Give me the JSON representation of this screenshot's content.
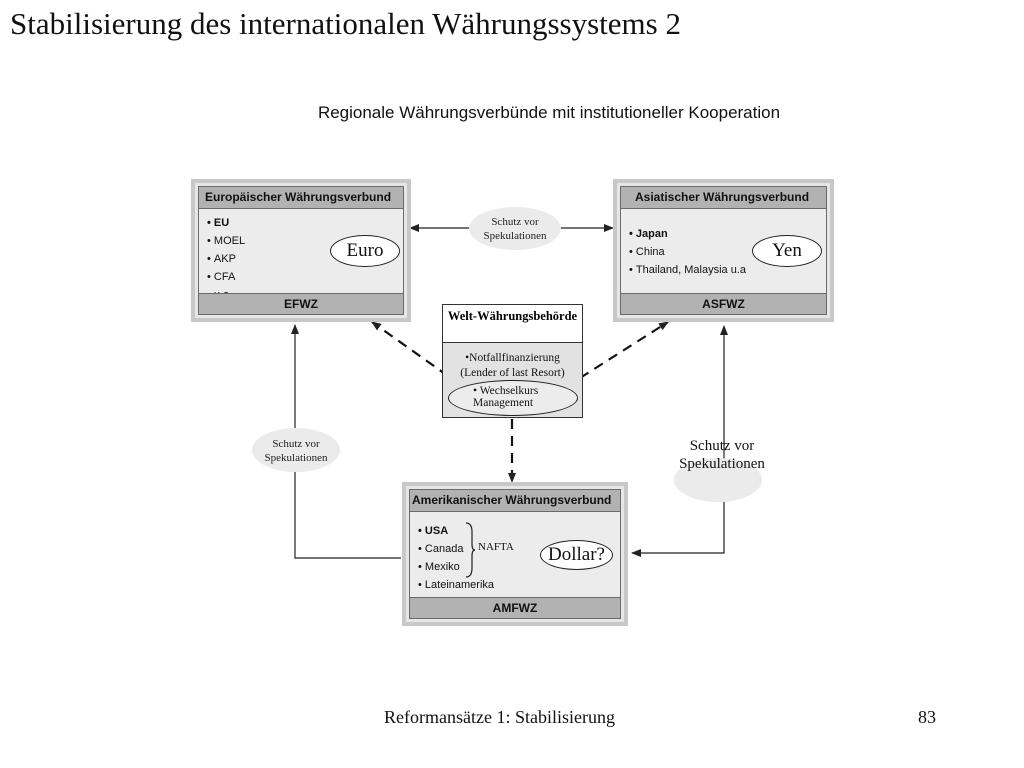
{
  "slide": {
    "title": "Stabilisierung des internationalen Währungssystems 2",
    "subtitle": "Regionale Währungsverbünde mit institutioneller Kooperation"
  },
  "europe": {
    "header": "Europäischer Währungsverbund",
    "items": [
      "EU",
      "MOEL",
      "AKP",
      "CFA",
      "u.a"
    ],
    "currency": "Euro",
    "footer": "EFWZ"
  },
  "asia": {
    "header": "Asiatischer Währungsverbund",
    "items": [
      "Japan",
      "China",
      "Thailand, Malaysia u.a"
    ],
    "currency": "Yen",
    "footer": "ASFWZ"
  },
  "america": {
    "header": "Amerikanischer Währungsverbund",
    "items": [
      "USA",
      "Canada",
      "Mexiko",
      "Lateinamerika"
    ],
    "bracket_label": "NAFTA",
    "currency": "Dollar?",
    "footer": "AMFWZ"
  },
  "world_authority": {
    "title": "Welt-Währungsbehörde",
    "item1": "Notfallfinanzierung (Lender of last Resort)",
    "item2": "Wechselkurs Management"
  },
  "protection_labels": {
    "top": "Schutz vor Spekulationen",
    "left": "Schutz vor Spekulationen",
    "right": "Schutz vor Spekulationen"
  },
  "footer": {
    "text": "Reformansätze 1: Stabilisierung",
    "page": "83"
  }
}
